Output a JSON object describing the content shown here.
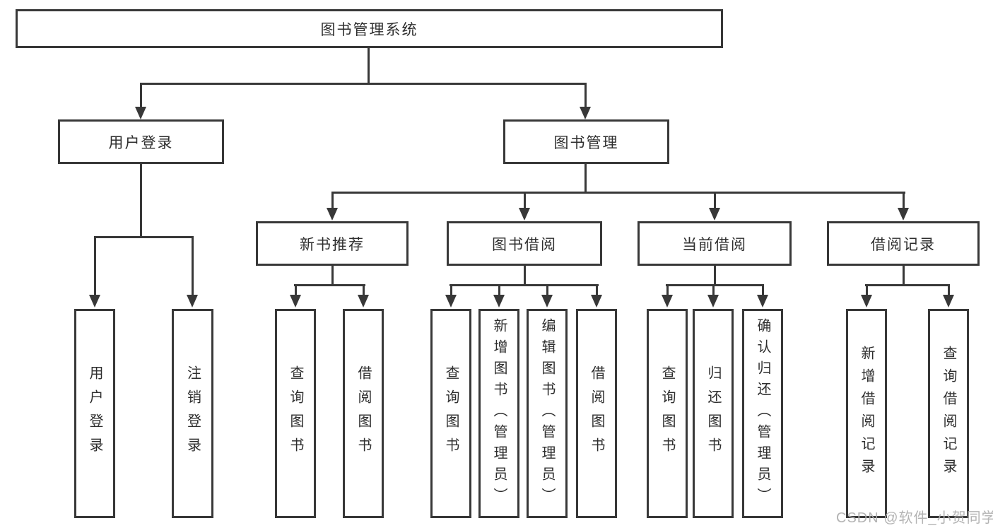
{
  "diagram_title": "图书管理系统",
  "colors": {
    "line": "#383838",
    "text": "#2e2e2e",
    "box_background": "#ffffff",
    "watermark": "#afafaf"
  },
  "tree": {
    "root": {
      "label": "图书管理系统"
    },
    "branches": [
      {
        "label": "用户登录",
        "children": [
          {
            "label": "用户登录"
          },
          {
            "label": "注销登录"
          }
        ]
      },
      {
        "label": "图书管理",
        "children": [
          {
            "label": "新书推荐",
            "children": [
              {
                "label": "查询图书"
              },
              {
                "label": "借阅图书"
              }
            ]
          },
          {
            "label": "图书借阅",
            "children": [
              {
                "label": "查询图书"
              },
              {
                "label": "新增图书（管理员）"
              },
              {
                "label": "编辑图书（管理员）"
              },
              {
                "label": "借阅图书"
              }
            ]
          },
          {
            "label": "当前借阅",
            "children": [
              {
                "label": "查询图书"
              },
              {
                "label": "归还图书"
              },
              {
                "label": "确认归还（管理员）"
              }
            ]
          },
          {
            "label": "借阅记录",
            "children": [
              {
                "label": "新增借阅记录"
              },
              {
                "label": "查询借阅记录"
              }
            ]
          }
        ]
      }
    ]
  },
  "watermark": {
    "text": "CSDN @软件_小贺同学"
  }
}
